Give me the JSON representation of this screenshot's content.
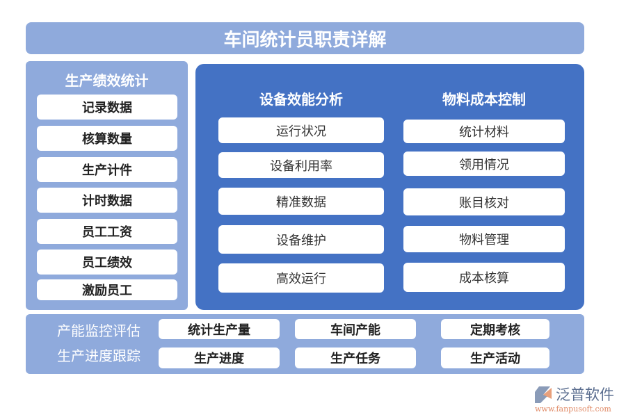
{
  "title": "车间统计员职责详解",
  "left": {
    "heading": "生产绩效统计",
    "items": [
      "记录数据",
      "核算数量",
      "生产计件",
      "计时数据",
      "员工工资",
      "员工绩效",
      "激励员工"
    ]
  },
  "center": {
    "columns": [
      {
        "heading": "设备效能分析",
        "items": [
          "运行状况",
          "设备利用率",
          "精准数据",
          "设备维护",
          "高效运行"
        ]
      },
      {
        "heading": "物料成本控制",
        "items": [
          "统计材料",
          "领用情况",
          "账目核对",
          "物料管理",
          "成本核算"
        ]
      }
    ]
  },
  "bottom": {
    "labels": [
      "产能监控评估",
      "生产进度跟踪"
    ],
    "rows": [
      [
        "统计生产量",
        "车间产能",
        "定期考核"
      ],
      [
        "生产进度",
        "生产任务",
        "生产活动"
      ]
    ]
  },
  "logo": {
    "name": "泛普软件",
    "url": "www.fanpusoft.com"
  },
  "colors": {
    "light": "#8faadc",
    "dark": "#4472c4"
  }
}
